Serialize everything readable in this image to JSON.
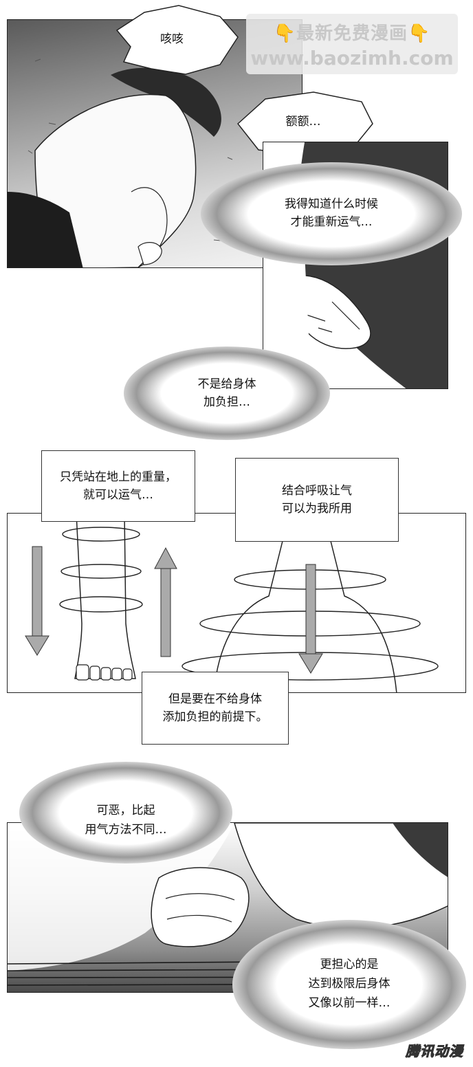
{
  "watermark": {
    "line1": "最新免费漫画",
    "line2": "www.baozimh.com",
    "hand_icon": "👇"
  },
  "bubbles": {
    "b1": "咳咳",
    "b2": "额额…",
    "b3_line1": "我得知道什么时候",
    "b3_line2": "才能重新运气…",
    "b4_line1": "不是给身体",
    "b4_line2": "加负担…",
    "b5_line1": "可恶，比起",
    "b5_line2": "用气方法不同…",
    "b6_line1": "更担心的是",
    "b6_line2": "达到极限后身体",
    "b6_line3": "又像以前一样…"
  },
  "captions": {
    "c1": "只凭站在地上的重量，\n就可以运气…",
    "c2": "结合呼吸让气\n可以为我所用",
    "c3": "但是要在不给身体\n添加负担的前提下。"
  },
  "publisher_logo": "腾讯动漫"
}
